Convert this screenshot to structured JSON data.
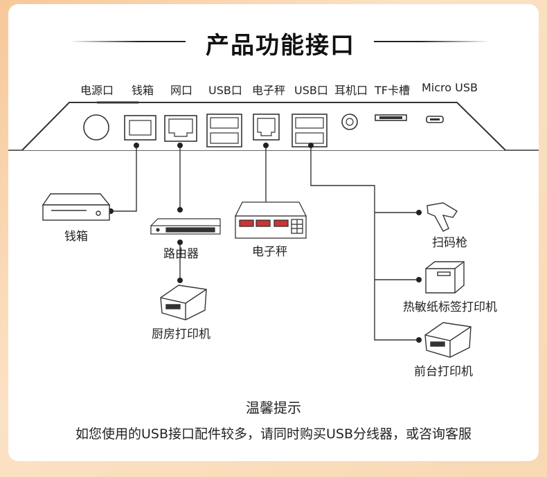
{
  "header": {
    "title": "产品功能接口"
  },
  "ports": [
    "电源口",
    "钱箱",
    "网口",
    "USB口",
    "电子秤",
    "USB口",
    "耳机口",
    "TF卡槽",
    "Micro USB"
  ],
  "devices": {
    "cash_box": "钱箱",
    "router": "路由器",
    "scale": "电子秤",
    "kitchen_printer": "厨房打印机",
    "scanner": "扫码枪",
    "label_printer": "热敏纸标签打印机",
    "front_printer": "前台打印机"
  },
  "tip": {
    "title": "温馨提示",
    "text": "如您使用的USB接口配件较多，请同时购买USB分线器，或咨询客服"
  }
}
